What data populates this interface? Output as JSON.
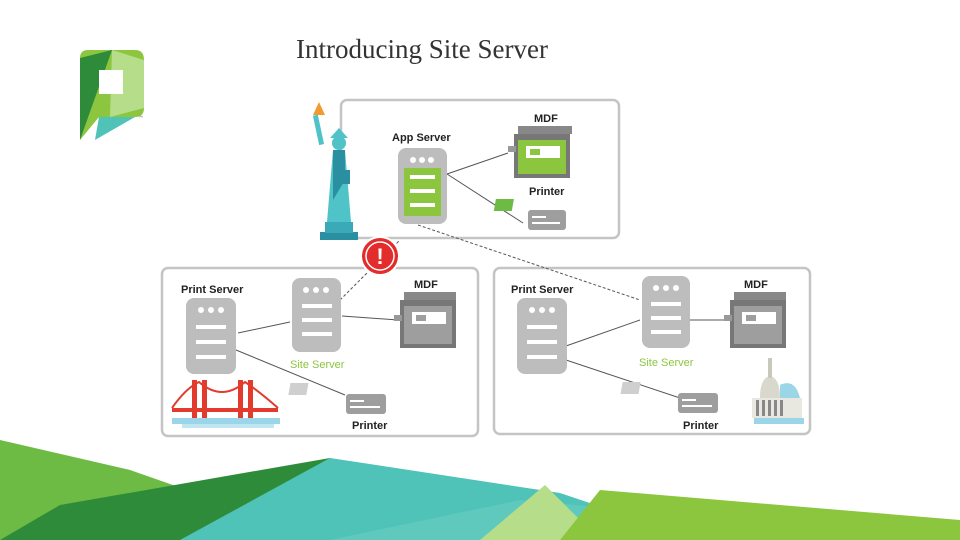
{
  "slide": {
    "title": "Introducing Site Server"
  },
  "logo": {
    "tm": "™"
  },
  "diagram": {
    "top_panel": {
      "app_server_label": "App Server",
      "mdf_label": "MDF",
      "printer_label": "Printer"
    },
    "left_panel": {
      "print_server_label": "Print Server",
      "site_server_label": "Site Server",
      "mdf_label": "MDF",
      "printer_label": "Printer"
    },
    "right_panel": {
      "print_server_label": "Print Server",
      "site_server_label": "Site Server",
      "mdf_label": "MDF",
      "printer_label": "Printer"
    },
    "alert_symbol": "!"
  },
  "colors": {
    "brand_green": "#8cc63f",
    "dark_green": "#2e8b3a",
    "teal": "#4fc3b8",
    "alert_red": "#e32d2d",
    "server_gray": "#bdbdbd",
    "panel_border": "#bfbfbf",
    "site_label_green": "#8cc63f"
  },
  "icons": [
    "papercut-logo-icon",
    "statue-of-liberty-icon",
    "golden-gate-bridge-icon",
    "capitol-building-icon",
    "alert-icon",
    "server-icon",
    "printer-icon",
    "mfd-icon"
  ]
}
